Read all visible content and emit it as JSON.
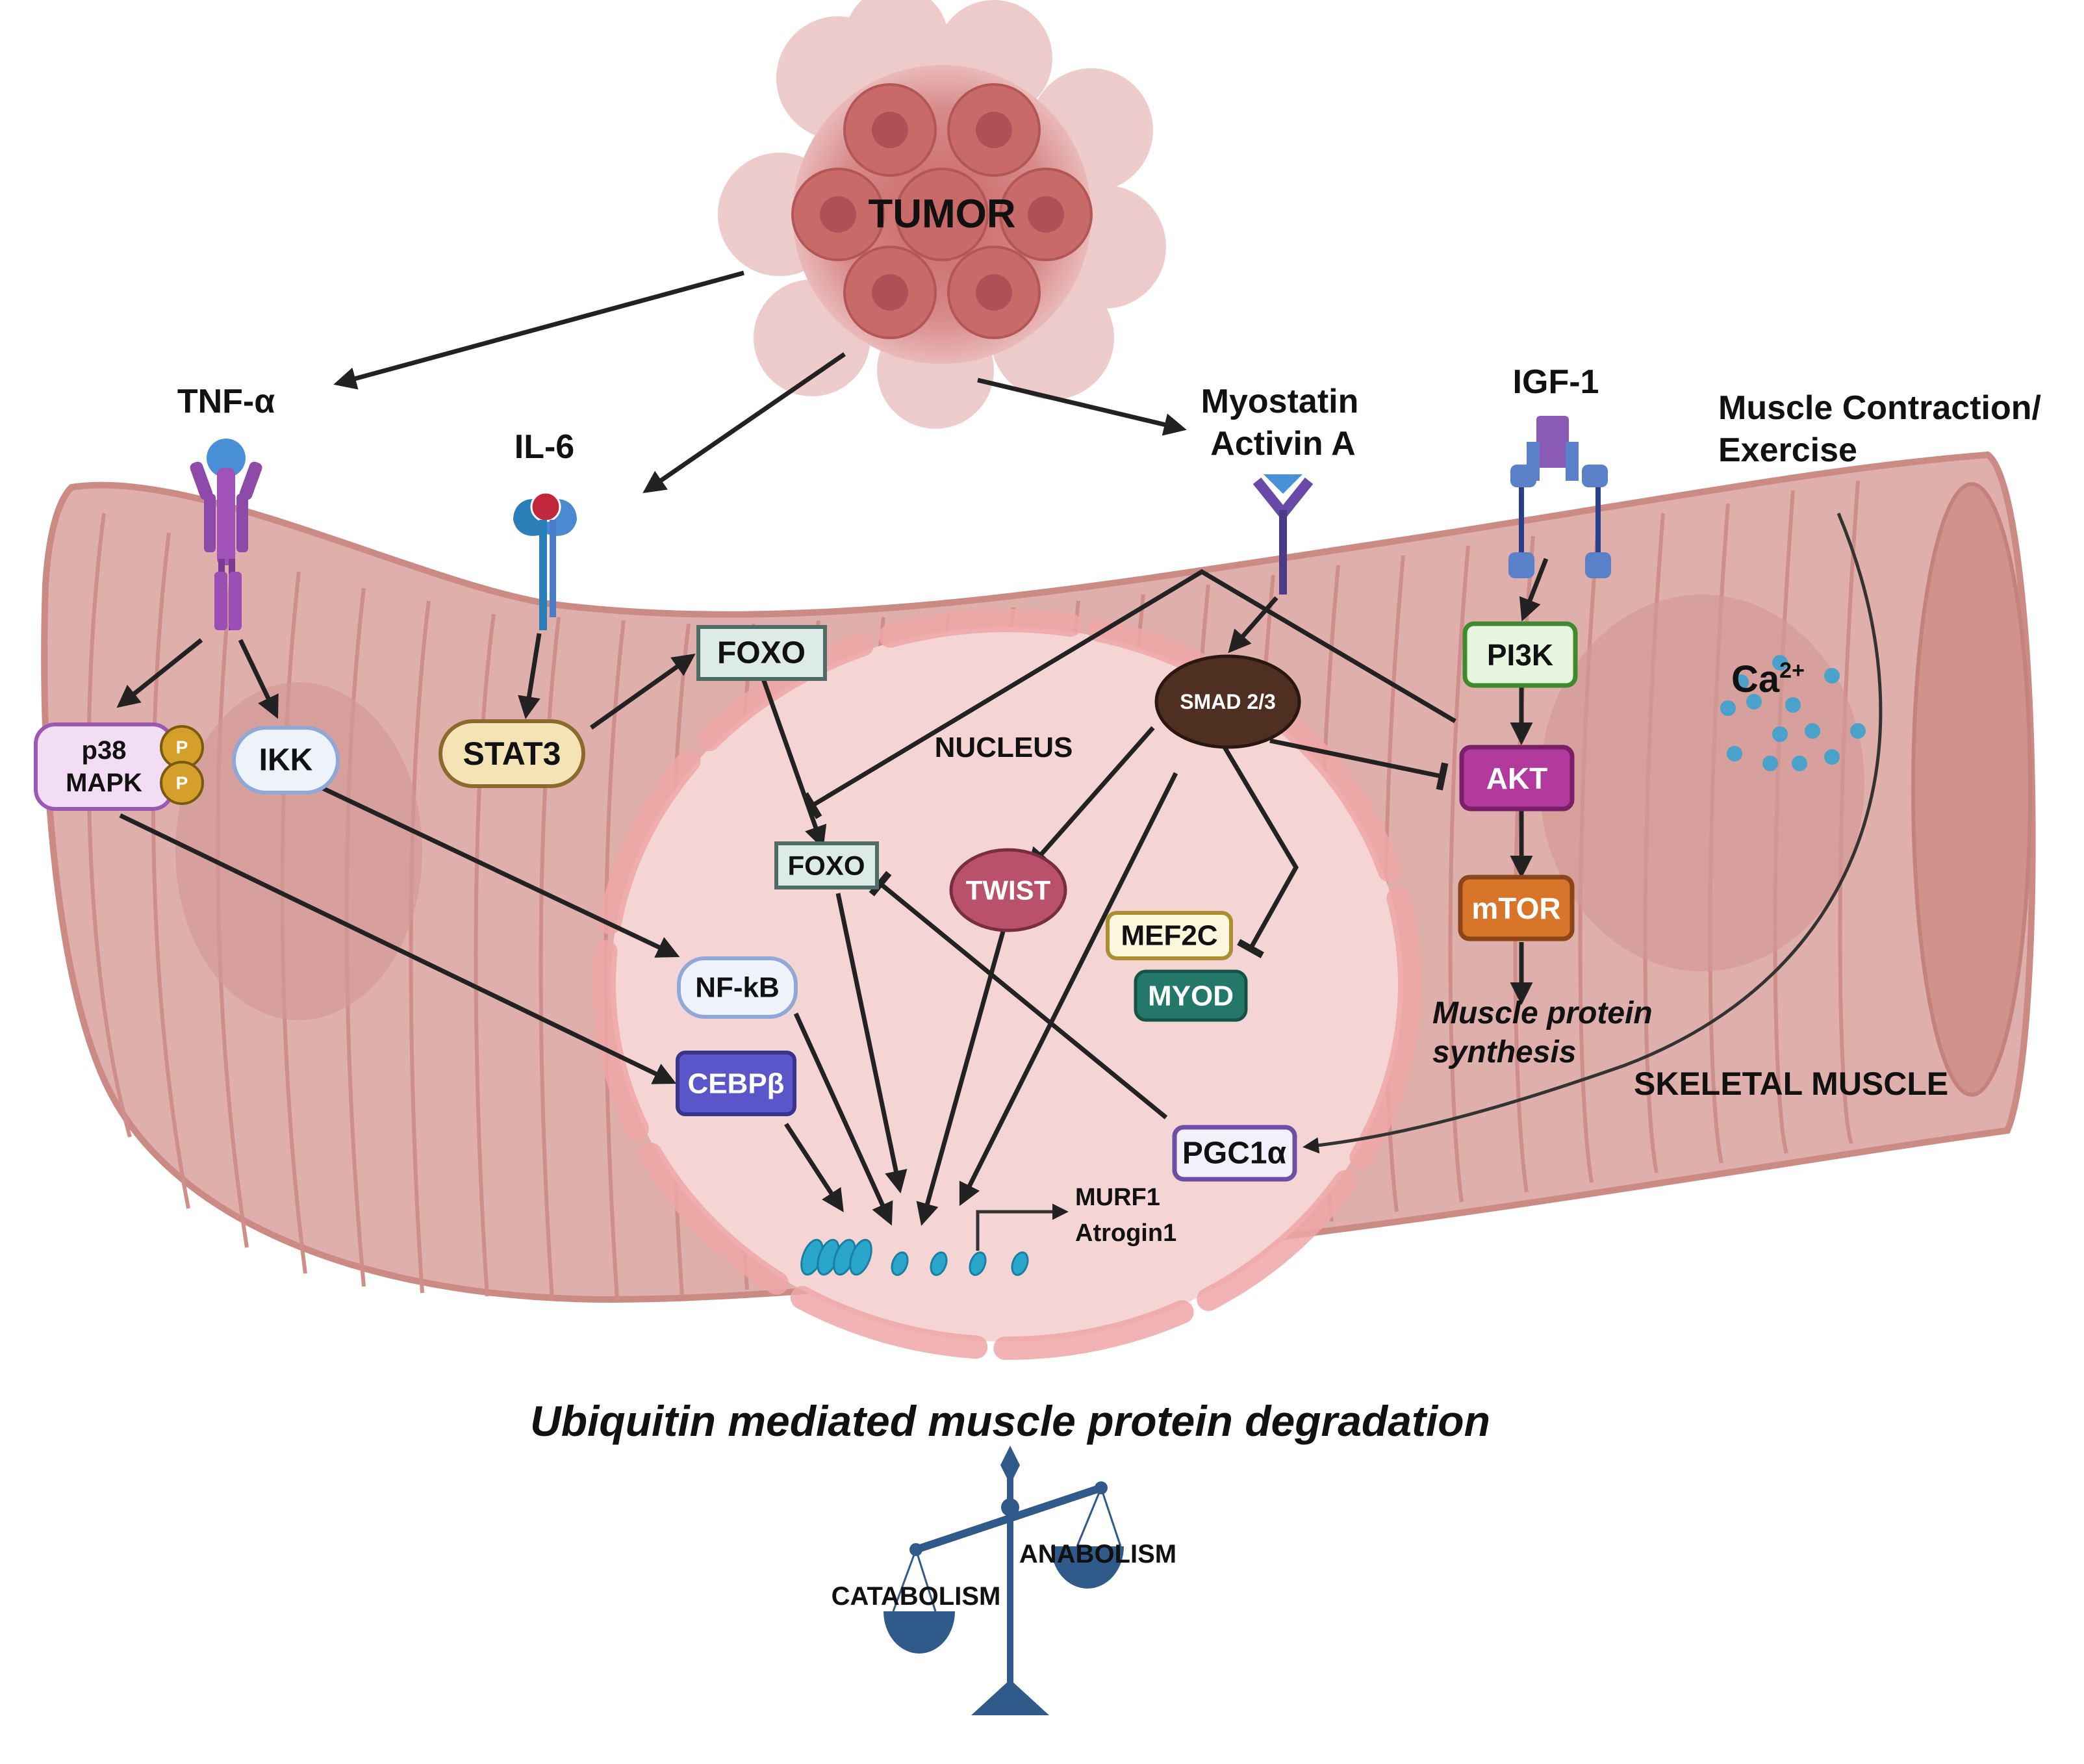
{
  "figure": {
    "title": "Ubiquitin mediated muscle protein degradation",
    "tissue_label": "SKELETAL MUSCLE",
    "nucleus_label": "NUCLEUS"
  },
  "source": {
    "tumor_label": "TUMOR"
  },
  "ligands": {
    "tnf": "TNF-α",
    "il6": "IL-6",
    "myostatin_line1": "Myostatin",
    "myostatin_line2": "Activin A",
    "igf1": "IGF-1",
    "exercise_line1": "Muscle Contraction/",
    "exercise_line2": "Exercise"
  },
  "nodes": {
    "p38_line1": "p38",
    "p38_line2": "MAPK",
    "phospho": "P",
    "ikk": "IKK",
    "stat3": "STAT3",
    "foxo_cyto": "FOXO",
    "foxo_nuc": "FOXO",
    "smad": "SMAD 2/3",
    "twist": "TWIST",
    "mef2c": "MEF2C",
    "myod": "MYOD",
    "nfkb": "NF-kB",
    "cebpb": "CEBPβ",
    "pgc1a": "PGC1α",
    "pi3k": "PI3K",
    "akt": "AKT",
    "mtor": "mTOR",
    "calcium_base": "Ca",
    "calcium_sup": "2+"
  },
  "outputs": {
    "synthesis_line1": "Muscle protein",
    "synthesis_line2": "synthesis",
    "gene1": "MURF1",
    "gene2": "Atrogin1"
  },
  "balance": {
    "left_label": "CATABOLISM",
    "right_label": "ANABOLISM"
  },
  "colors": {
    "muscle_fill": "#dfb0ab",
    "muscle_stroke": "#cc8a85",
    "nucleus_fill": "#f5d5d3",
    "tumor": "#c96a6a",
    "p38_fill": "#f3ddf5",
    "p38_stroke": "#9b59b6",
    "phospho_fill": "#d4a02a",
    "ikk_fill": "#eef3fb",
    "ikk_stroke": "#90a8d8",
    "stat3_fill": "#f4e3b5",
    "stat3_stroke": "#8b6a2c",
    "foxo_fill": "#dcebe6",
    "foxo_stroke": "#4e6b66",
    "smad_fill": "#4e2f22",
    "twist_fill": "#b9516a",
    "mef2c_fill": "#fbf6dc",
    "mef2c_stroke": "#a89030",
    "myod_fill": "#23786a",
    "nfkb_fill": "#eef3fb",
    "cebpb_fill": "#5a55c9",
    "pgc1a_fill": "#f3f0fb",
    "pgc1a_stroke": "#6c4ea5",
    "pi3k_fill": "#e6f6df",
    "pi3k_stroke": "#3f8a2e",
    "akt_fill": "#b23a9c",
    "mtor_fill": "#d9742b",
    "calcium_dot": "#3ba2d0",
    "balance": "#2f5a8a"
  }
}
